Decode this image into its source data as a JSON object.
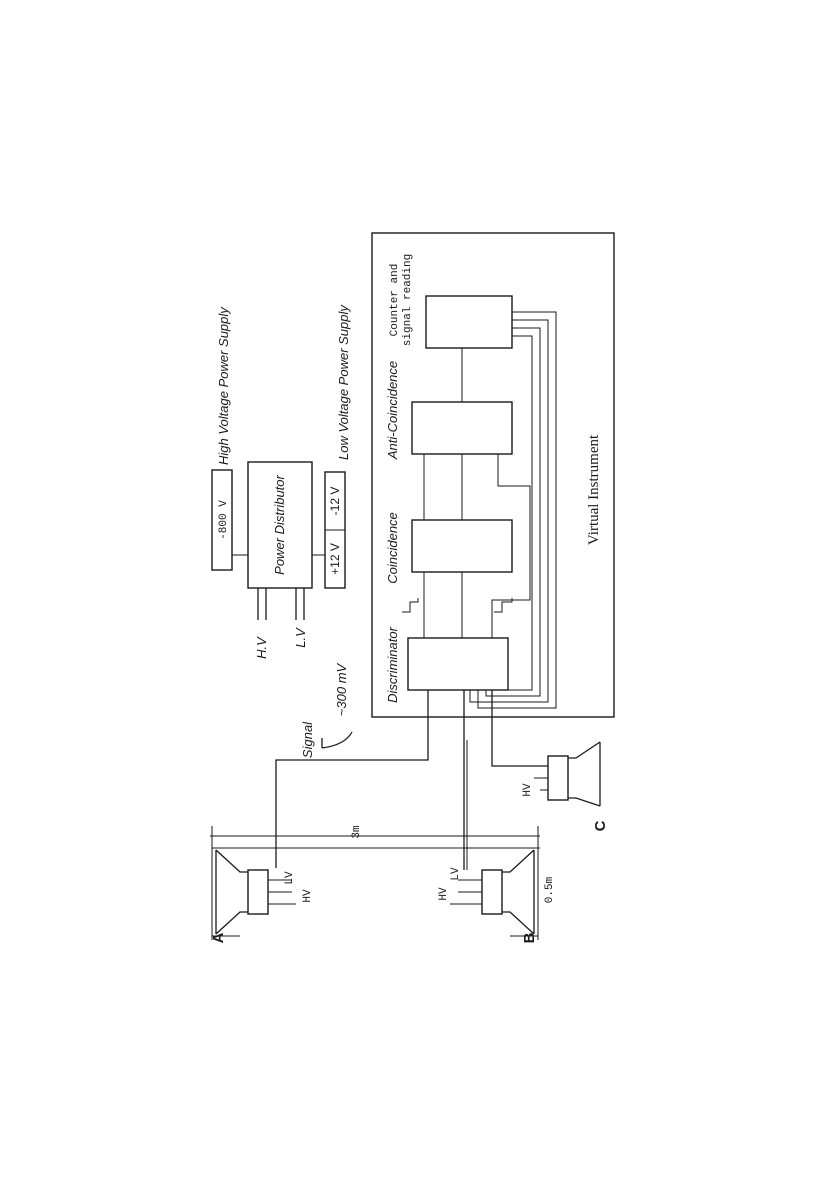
{
  "supplies": {
    "high_voltage_value": "-800 V",
    "high_voltage_label": "High Voltage Power Supply",
    "distributor_label": "Power Distributor",
    "low_voltage_label": "Low Voltage Power Supply",
    "low_plus": "+12 V",
    "low_minus": "-12 V",
    "hv_output": "H.V",
    "lv_output": "L.V"
  },
  "signal": {
    "label": "Signal",
    "amplitude": "~300 mV"
  },
  "virtual_instrument": {
    "title": "Virtual Instrument",
    "discriminator": "Discriminator",
    "coincidence": "Coincidence",
    "anti_coincidence": "Anti-Coincidence",
    "counter_line1": "Counter and",
    "counter_line2": "signal reading"
  },
  "detectors": {
    "a_label": "A",
    "b_label": "B",
    "c_label": "C",
    "hv": "HV",
    "lv": "LV",
    "separation": "3m",
    "width": "0.5m"
  }
}
